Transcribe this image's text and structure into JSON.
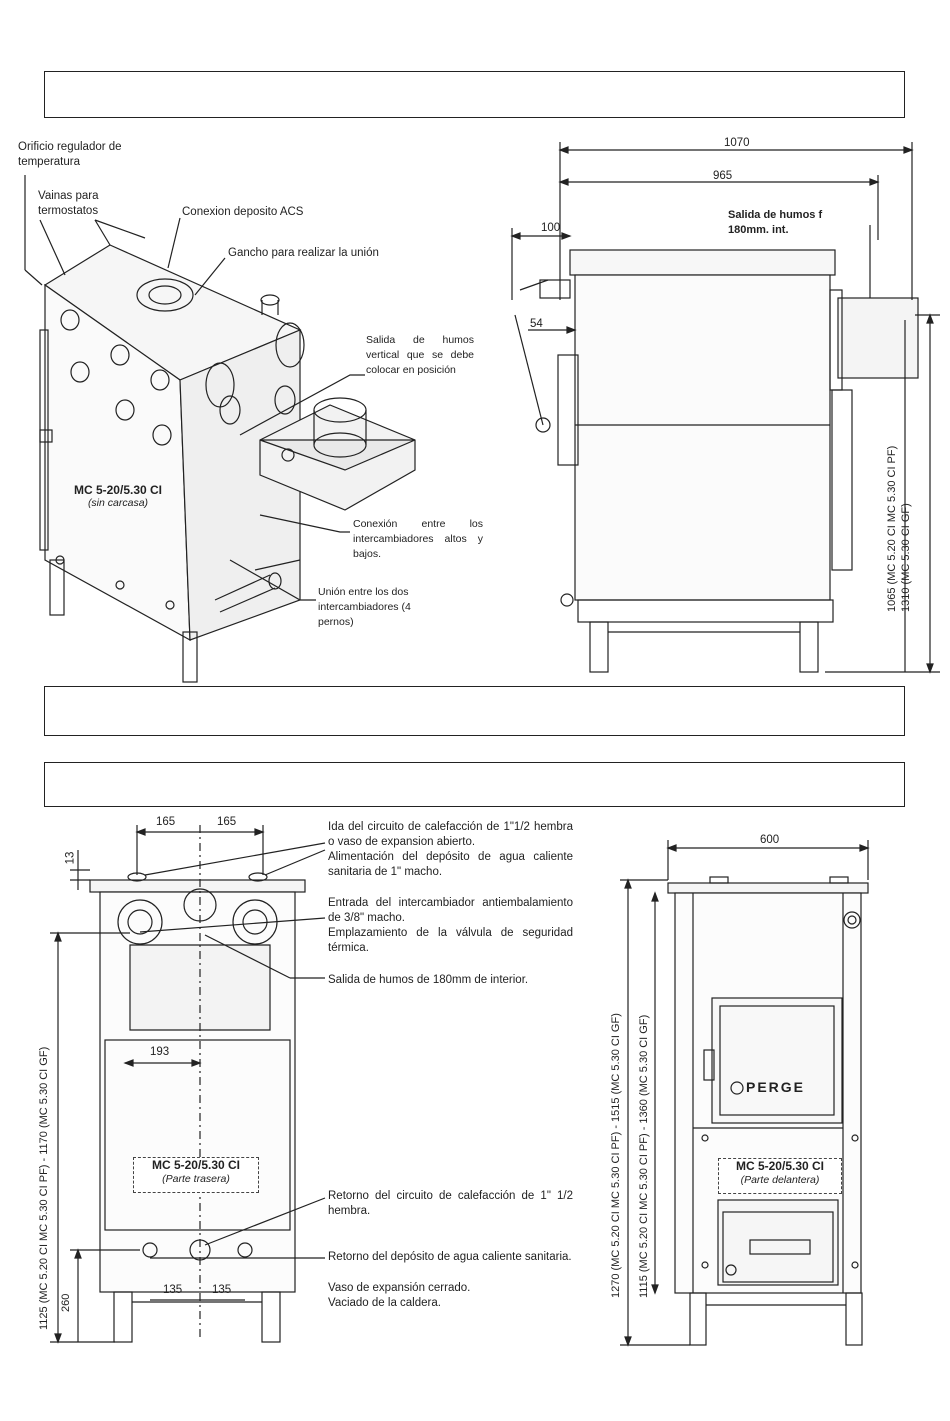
{
  "header_boxes": [
    "",
    "",
    ""
  ],
  "top_left": {
    "labels": {
      "orificio": "Orificio regulador de temperatura",
      "vainas": "Vainas para termostatos",
      "conexion_acs": "Conexion deposito ACS",
      "gancho": "Gancho para realizar la unión",
      "salida_vertical": "Salida de humos vertical que se debe colocar en posición",
      "conexion_inter": "Conexión entre los intercambiadores altos y bajos.",
      "union_inter": "Unión entre los dos intercambiadores (4 pernos)"
    },
    "model": {
      "title": "MC 5-20/5.30 CI",
      "sub": "(sin carcasa)"
    }
  },
  "top_right": {
    "dims": {
      "d1070": "1070",
      "d965": "965",
      "d100": "100",
      "d54": "54"
    },
    "salida_label": "Salida de humos f 180mm. int.",
    "vert_dims": {
      "v1": "1065 (MC 5.20 CI MC 5.30 CI PF)",
      "v2": "1310 (MC 5.30 CI GF)"
    }
  },
  "bottom_left": {
    "dims": {
      "d165a": "165",
      "d165b": "165",
      "d13": "13",
      "d193": "193",
      "d135a": "135",
      "d135b": "135",
      "d260": "260"
    },
    "vert_dim": "1125 (MC 5.20 CI MC 5.30 CI PF) - 1170 (MC 5.30 CI GF)",
    "caption": {
      "title": "MC 5-20/5.30 CI",
      "sub": "(Parte trasera)"
    },
    "notes": {
      "n1": "Ida del circuito de calefacción de 1\"1/2 hembra o vaso de expansion abierto.",
      "n1b": "Alimentación del depósito de agua caliente sanitaria de 1\" macho.",
      "n2": "Entrada del intercambiador antiembalamiento de 3/8\" macho.",
      "n2b": "Emplazamiento de la válvula de seguridad térmica.",
      "n3": "Salida de humos de 180mm de interior.",
      "n4": "Retorno del circuito de calefacción de 1\" 1/2 hembra.",
      "n5": "Retorno del depósito de agua caliente sanitaria.",
      "n5b": "Vaso de expansión cerrado.",
      "n5c": "Vaciado de la caldera."
    }
  },
  "bottom_right": {
    "dims": {
      "d600": "600"
    },
    "vert_dims": {
      "v1": "1270 (MC 5.20 CI MC 5.30 CI PF) - 1515 (MC 5.30 CI GF)",
      "v2": "1115 (MC 5.20 CI MC 5.30 CI PF) - 1360 (MC 5.30 CI GF)"
    },
    "brand": "PERGE",
    "caption": {
      "title": "MC 5-20/5.30 CI",
      "sub": "(Parte delantera)"
    }
  }
}
